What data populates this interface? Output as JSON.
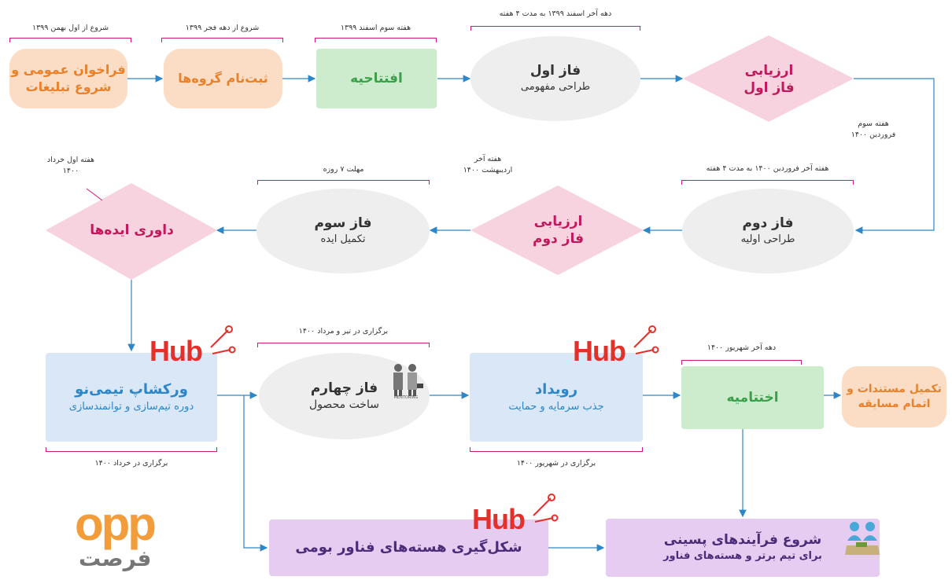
{
  "nodes": {
    "n1": {
      "line1": "فراخوان عمومی و",
      "line2": "شروع تبلیغات"
    },
    "n2": {
      "line1": "ثبت‌نام گروه‌ها"
    },
    "n3": {
      "line1": "افتتاحیه"
    },
    "n4": {
      "line1": "فاز اول",
      "line2": "طراحی مفهومی"
    },
    "n5": {
      "line1": "ارزیابی",
      "line2": "فاز اول"
    },
    "n6": {
      "line1": "فاز دوم",
      "line2": "طراحی اولیه"
    },
    "n7": {
      "line1": "ارزیابی",
      "line2": "فاز دوم"
    },
    "n8": {
      "line1": "فاز سوم",
      "line2": "تکمیل ایده"
    },
    "n9": {
      "line1": "داوری ایده‌ها"
    },
    "n10": {
      "line1": "ورکشاپ تیمی‌نو",
      "line2": "دوره تیم‌سازی و توانمندسازی"
    },
    "n11": {
      "line1": "فاز چهارم",
      "line2": "ساخت محصول"
    },
    "n12": {
      "line1": "رویداد",
      "line2": "جذب سرمایه و حمایت"
    },
    "n13": {
      "line1": "اختتامیه"
    },
    "n14": {
      "line1": "تکمیل مستندات و",
      "line2": "اتمام مسابقه"
    },
    "n15": {
      "line1": "شکل‌گیری هسته‌های فناور بومی"
    },
    "n16": {
      "line1": "شروع فرآیندهای پسینی",
      "line2": "برای تیم برتر و هسته‌های فناور"
    }
  },
  "notes": {
    "a": "شروع از اول بهمن ۱۳۹۹",
    "b": "شروع از دهه فجر ۱۳۹۹",
    "c": "هفته سوم اسفند ۱۳۹۹",
    "d": "دهه آخر اسفند ۱۳۹۹ به مدت ۴ هفته",
    "e1": "هفته سوم",
    "e2": "فروردین ۱۴۰۰",
    "f": "هفته آخر فروردین ۱۴۰۰ به مدت ۴ هفته",
    "g1": "هفته آخر",
    "g2": "اردیبهشت ۱۴۰۰",
    "h": "مهلت ۷ روزه",
    "i1": "هفته اول خرداد",
    "i2": "۱۴۰۰",
    "j": "برگزاری در تیر و مرداد ۱۴۰۰",
    "k": "برگزاری در خرداد ۱۴۰۰",
    "l": "دهه آخر شهریور ۱۴۰۰",
    "m": "برگزاری در شهریور ۱۴۰۰"
  },
  "hub_label": "Hub",
  "mentoring_label": "MENTORING",
  "logo": {
    "top": "opp",
    "bottom": "فرصت"
  },
  "colors": {
    "magenta": "#d01a7a",
    "arrow": "#2d86c8",
    "hub_red": "#e5302a",
    "orange": "#f39c3a"
  }
}
